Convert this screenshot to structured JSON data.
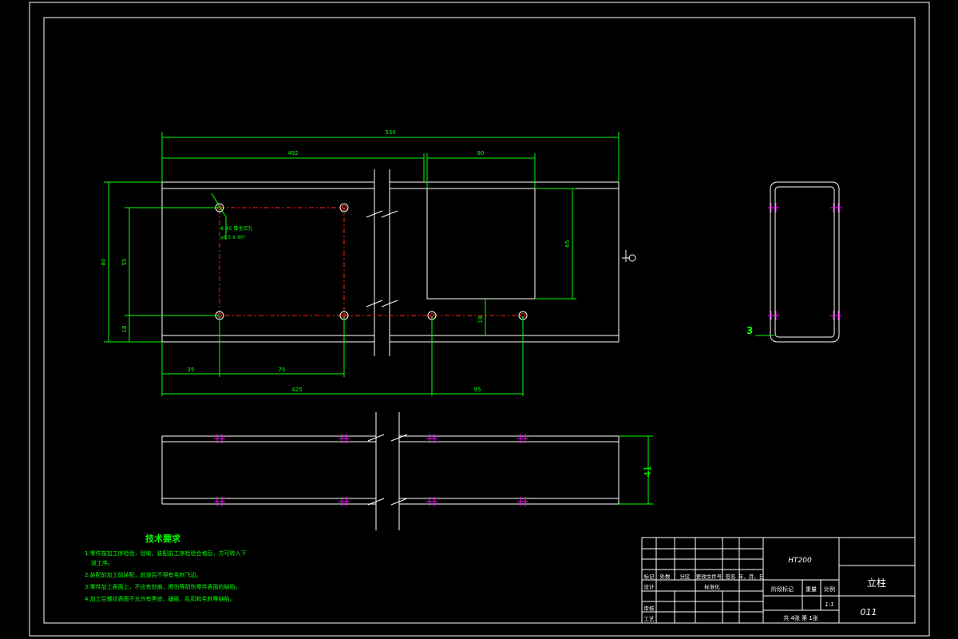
{
  "colors": {
    "background": "#000000",
    "outline": "#ffffff",
    "dimension": "#00ff00",
    "centerline": "#ff2020",
    "hole_marker": "#ff00ff",
    "notes": "#00ff00"
  },
  "dimensions": {
    "overall_length": "530",
    "partial_length": "492",
    "window_width": "90",
    "window_height": "65",
    "hole_spacing_y": "55",
    "overall_height": "80",
    "edge_offset": "18",
    "hole_offset_x": "35",
    "hole_spacing_x": "75",
    "hole_row_length": "425",
    "hole_pair_spacing": "95",
    "window_bottom_gap": "18",
    "front_height": "41",
    "wall_thickness": "3"
  },
  "hole_callout": {
    "line1": "8-Φ5 锥坐沉孔",
    "line2": "⌀8.5 ⊻ 90°"
  },
  "technical_requirements": {
    "title": "技术要求",
    "items": [
      "1.零件按加工序检验，验收，装配前工序检验合格后，方可转入下",
      "道工序。",
      "2.装配前加工前装配，前道后不得有毛刺飞边。",
      "3.零件加工表面上，不应有划痕，擦伤等损伤零件表面的缺陷。",
      "4.加工后螺纹表面不允许有黑皮、磕碰、乱扣和毛刺等缺陷。"
    ]
  },
  "title_block": {
    "material": "HT200",
    "part_name": "立柱",
    "drawing_number": "011",
    "scale": "1:1",
    "sheet_info": "共 4张  第 1张",
    "stage_mark": "阶段标记",
    "weight": "重量",
    "scale_label": "比例",
    "col_mark": "标记",
    "col_count": "处数",
    "col_zone": "分区",
    "col_doc": "更改文件号",
    "col_sign": "签名",
    "col_date": "年、月、日",
    "design": "设计",
    "standard": "标准化",
    "review": "审核",
    "process": "工艺"
  }
}
